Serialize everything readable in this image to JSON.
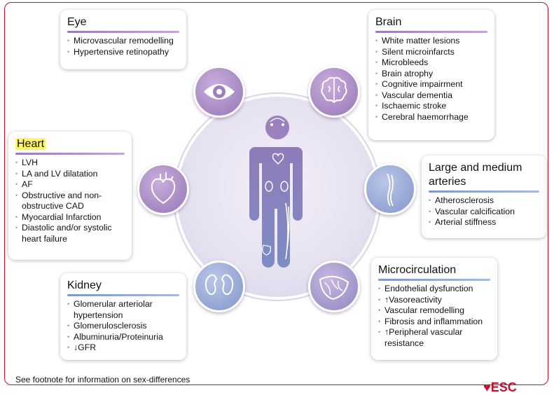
{
  "cards": {
    "eye": {
      "title": "Eye",
      "items": [
        "Microvascular remodelling",
        "Hypertensive retinopathy"
      ]
    },
    "brain": {
      "title": "Brain",
      "items": [
        "White matter lesions",
        "Silent microinfarcts",
        "Microbleeds",
        "Brain atrophy",
        "Cognitive impairment",
        "Vascular dementia",
        "Ischaemic stroke",
        "Cerebral haemorrhage"
      ]
    },
    "heart": {
      "title": "Heart",
      "items": [
        "LVH",
        "LA and LV dilatation",
        "AF",
        "Obstructive and non-obstructive CAD",
        "Myocardial Infarction",
        "Diastolic and/or systolic heart failure"
      ]
    },
    "arteries": {
      "title_line1": "Large and medium",
      "title_line2": "arteries",
      "items": [
        "Atherosclerosis",
        "Vascular calcification",
        "Arterial stiffness"
      ]
    },
    "kidney": {
      "title": "Kidney",
      "items": [
        "Glomerular arteriolar hypertension",
        "Glomerulosclerosis",
        "Albuminuria/Proteinuria",
        "↓GFR"
      ]
    },
    "micro": {
      "title": "Microcirculation",
      "items": [
        "Endothelial dysfunction",
        "↑Vasoreactivity",
        "Vascular remodelling",
        "Fibrosis and inflammation",
        "↑Peripheral vascular resistance"
      ]
    }
  },
  "footnote": "See footnote for information on sex-differences",
  "logo_text": "ESC",
  "icons": [
    "eye-icon",
    "brain-icon",
    "heart-icon",
    "artery-icon",
    "kidney-icon",
    "microcirculation-icon",
    "human-figure-icon"
  ],
  "colors": {
    "frame": "#c8102e",
    "purple_accent": "#9a7bb7",
    "blue_accent": "#7f97c9",
    "highlight": "#fff36b"
  }
}
